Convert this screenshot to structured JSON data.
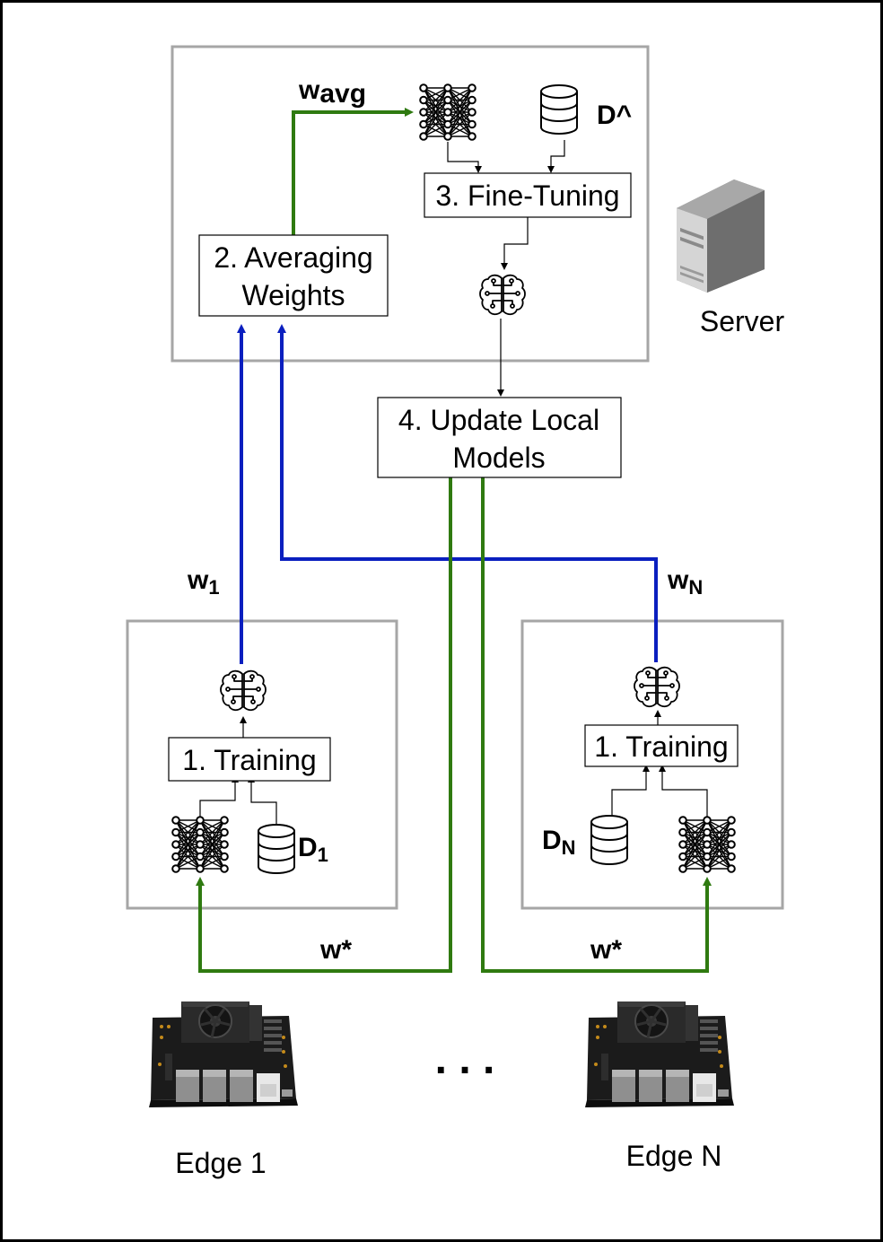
{
  "nodes": {
    "averaging": {
      "line1": "2. Averaging",
      "line2": "Weights"
    },
    "finetuning": {
      "label": "3. Fine-Tuning"
    },
    "update": {
      "line1": "4. Update Local",
      "line2": "Models"
    },
    "training1": {
      "label": "1. Training"
    },
    "trainingN": {
      "label": "1. Training"
    }
  },
  "datasets": {
    "server": {
      "main": "D^"
    },
    "edge1": {
      "main": "D",
      "sub": "1"
    },
    "edgeN": {
      "main": "D",
      "sub": "N"
    }
  },
  "weights": {
    "avg": {
      "main": "w",
      "sub": "avg"
    },
    "w1": {
      "main": "w",
      "sub": "1"
    },
    "wN": {
      "main": "w",
      "sub": "N"
    },
    "wstar_left": {
      "main": "w*"
    },
    "wstar_right": {
      "main": "w*"
    }
  },
  "labels": {
    "server": "Server",
    "edge1": "Edge 1",
    "edgeN": "Edge N",
    "ellipsis": ". . ."
  },
  "colors": {
    "upload_arrow": "#0a1fbf",
    "download_arrow": "#2f7a10",
    "container_border": "#a6a6a6"
  },
  "icons": {
    "model": "neural-network-icon",
    "trained_model": "brain-circuit-icon",
    "dataset": "database-icon",
    "server": "server-tower-icon",
    "edge_device": "edge-board-icon"
  }
}
